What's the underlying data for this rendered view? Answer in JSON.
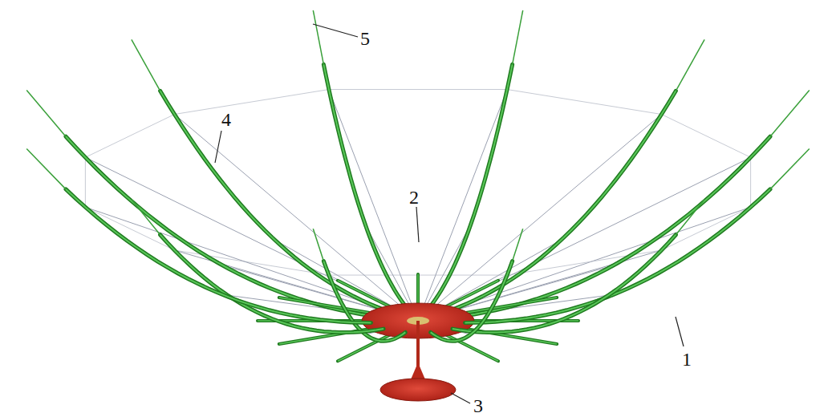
{
  "diagram": {
    "labels": [
      "5",
      "4",
      "2",
      "1",
      "3"
    ]
  }
}
